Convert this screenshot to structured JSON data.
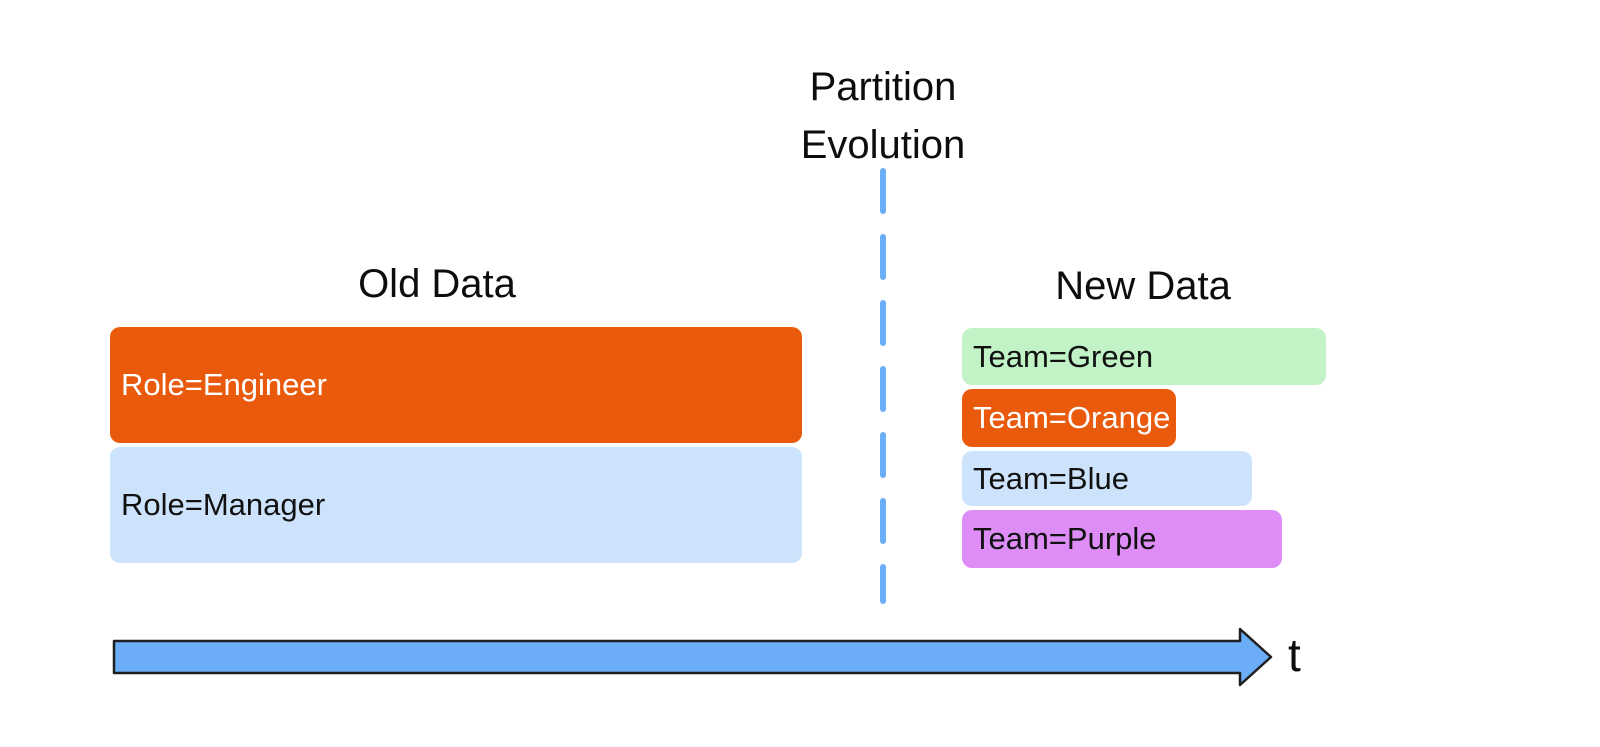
{
  "title": {
    "line1": "Partition",
    "line2": "Evolution"
  },
  "old_data": {
    "heading": "Old Data",
    "bars": [
      {
        "label": "Role=Engineer",
        "color": "#E95A0C",
        "text_color": "#FFFFFF"
      },
      {
        "label": "Role=Manager",
        "color": "#CDE3FC",
        "text_color": "#111111"
      }
    ]
  },
  "new_data": {
    "heading": "New Data",
    "bars": [
      {
        "label": "Team=Green",
        "color": "#C1F3C6",
        "text_color": "#111111"
      },
      {
        "label": "Team=Orange",
        "color": "#E95A0C",
        "text_color": "#FFFFFF"
      },
      {
        "label": "Team=Blue",
        "color": "#CDE3FC",
        "text_color": "#111111"
      },
      {
        "label": "Team=Purple",
        "color": "#DF8DF6",
        "text_color": "#111111"
      }
    ]
  },
  "divider": {
    "color": "#6CADF8"
  },
  "timeline": {
    "axis_label": "t",
    "arrow_fill": "#6CADF8",
    "arrow_outline": "#1F1F1F"
  }
}
